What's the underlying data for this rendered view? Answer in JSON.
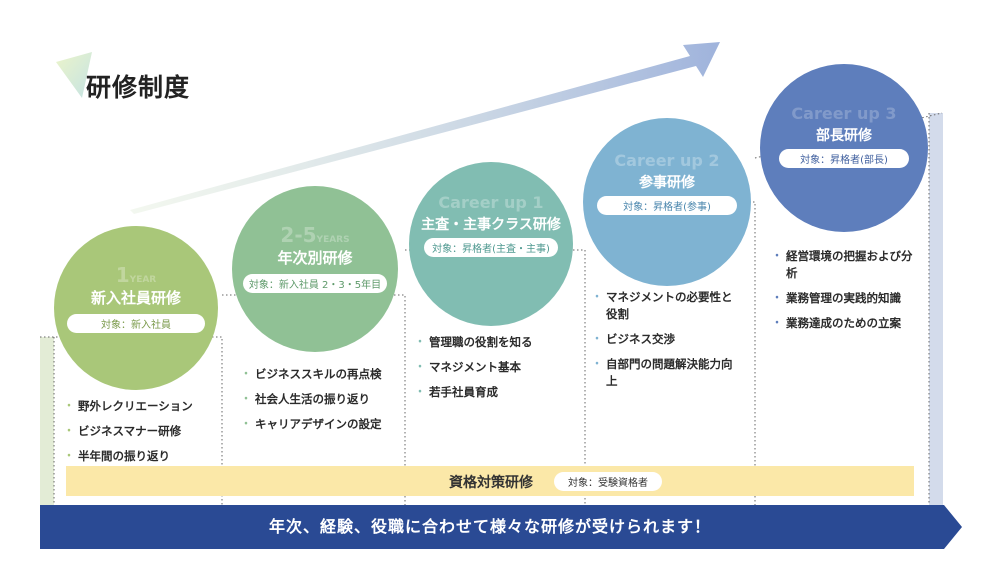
{
  "page_title": "研修制度",
  "stages": [
    {
      "ghost_main": "1",
      "ghost_sub": "YEAR",
      "name": "新入社員研修",
      "target": "対象：新入社員",
      "color": "#a9c779",
      "items": [
        "野外レクリエーション",
        "ビジネスマナー研修",
        "半年間の振り返り"
      ]
    },
    {
      "ghost_main": "2-5",
      "ghost_sub": "YEARS",
      "name": "年次別研修",
      "target": "対象：新入社員 2・3・5年目",
      "color": "#90c195",
      "items": [
        "ビジネススキルの再点検",
        "社会人生活の振り返り",
        "キャリアデザインの設定"
      ]
    },
    {
      "ghost_main": "Career up 1",
      "ghost_sub": "",
      "name": "主査・主事クラス研修",
      "target": "対象：昇格者(主査・主事)",
      "color": "#81bdb2",
      "items": [
        "管理職の役割を知る",
        "マネジメント基本",
        "若手社員育成"
      ]
    },
    {
      "ghost_main": "Career up 2",
      "ghost_sub": "",
      "name": "参事研修",
      "target": "対象：昇格者(参事)",
      "color": "#7fb3d2",
      "items": [
        "マネジメントの必要性と役割",
        "ビジネス交渉",
        "自部門の問題解決能力向上"
      ]
    },
    {
      "ghost_main": "Career up 3",
      "ghost_sub": "",
      "name": "部長研修",
      "target": "対象：昇格者(部長)",
      "color": "#5e7ebc",
      "items": [
        "経営環境の把握および分析",
        "業務管理の実践的知識",
        "業務達成のための立案"
      ]
    }
  ],
  "qualification": {
    "label": "資格対策研修",
    "target": "対象：受験資格者"
  },
  "banner": {
    "text": "年次、経験、役職に合わせて様々な研修が受けられます！",
    "color": "#2a4a94"
  },
  "bullet": "・"
}
